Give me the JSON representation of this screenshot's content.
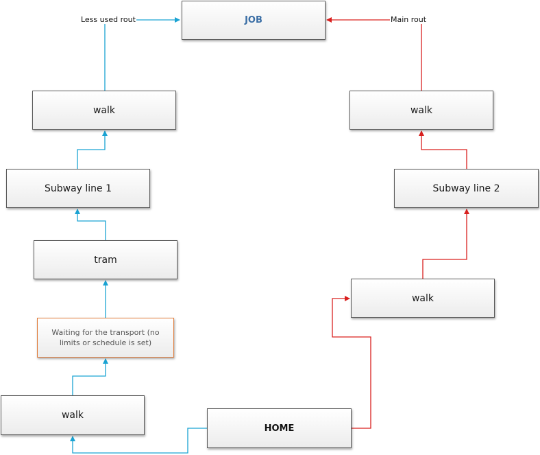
{
  "nodes": {
    "job": "JOB",
    "home": "HOME",
    "walk_left_top": "walk",
    "subway_line_1": "Subway line 1",
    "tram": "tram",
    "waiting": "Waiting for the transport (no limits or schedule is set)",
    "walk_left_bottom": "walk",
    "walk_right_top": "walk",
    "subway_line_2": "Subway line 2",
    "walk_right_bottom": "walk"
  },
  "labels": {
    "less_used_route": "Less used rout",
    "main_route": "Main rout"
  },
  "colors": {
    "less_used_route": "#1aa3d3",
    "main_route": "#d9201f",
    "waiting_border": "#e07b39"
  }
}
